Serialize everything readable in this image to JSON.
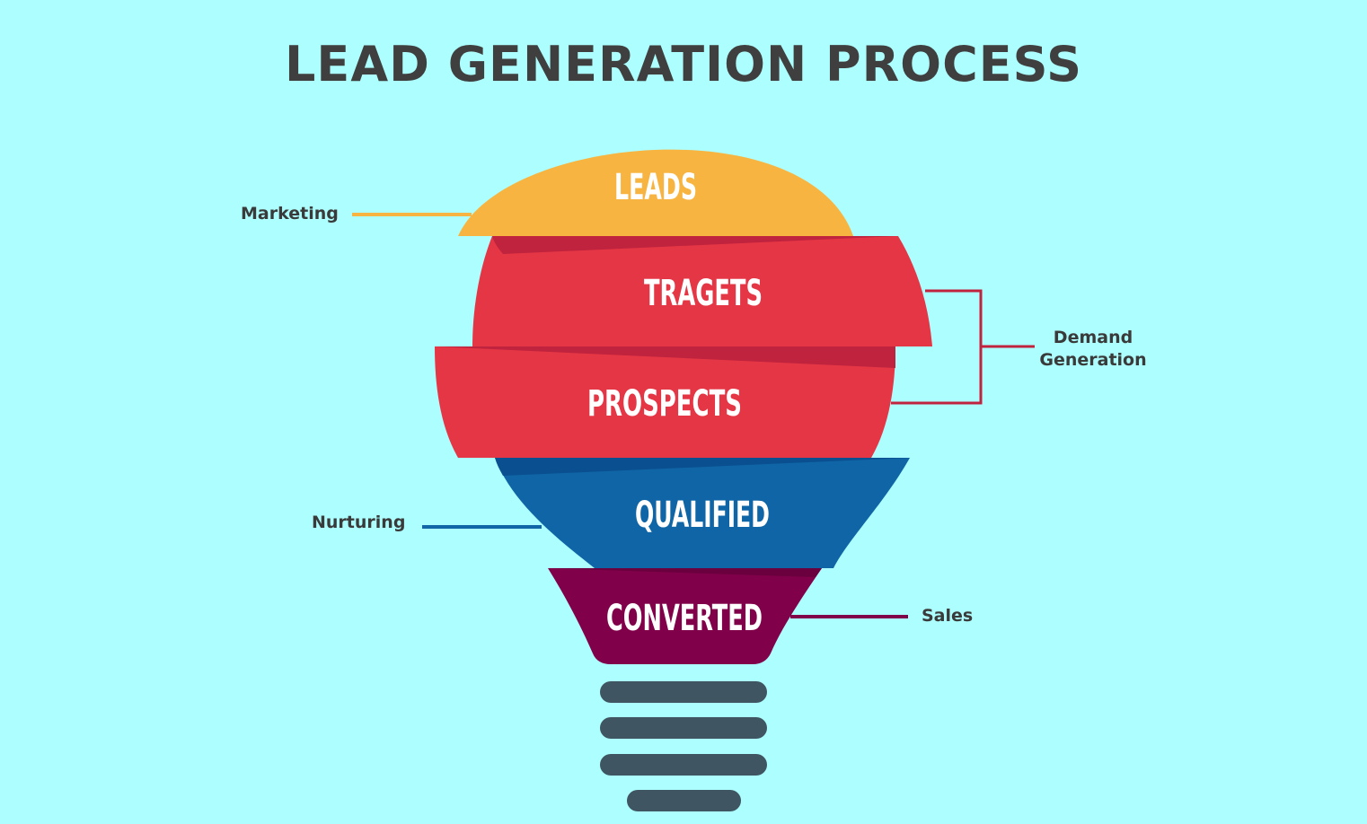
{
  "title": "LEAD GENERATION PROCESS",
  "colors": {
    "background": "#adfefe",
    "leads": "#f8b440",
    "targets": "#e53646",
    "prospects": "#e53646",
    "red_shadow": "#c0233d",
    "qualified": "#0f65a5",
    "blue_shadow": "#0a4f8f",
    "converted": "#80004a",
    "purple_shadow": "#6a003d",
    "base": "#3f5562",
    "marketing_line": "#f8b440",
    "demand_line": "#c0233d",
    "nurturing_line": "#0f65a5",
    "sales_line": "#80004a",
    "title": "#3f3f3f"
  },
  "stages": [
    {
      "id": "leads",
      "label": "LEADS"
    },
    {
      "id": "targets",
      "label": "TRAGETS"
    },
    {
      "id": "prospects",
      "label": "PROSPECTS"
    },
    {
      "id": "qualified",
      "label": "QUALIFIED"
    },
    {
      "id": "converted",
      "label": "CONVERTED"
    }
  ],
  "side_labels": {
    "marketing": "Marketing",
    "demand_line1": "Demand",
    "demand_line2": "Generation",
    "nurturing": "Nurturing",
    "sales": "Sales"
  }
}
